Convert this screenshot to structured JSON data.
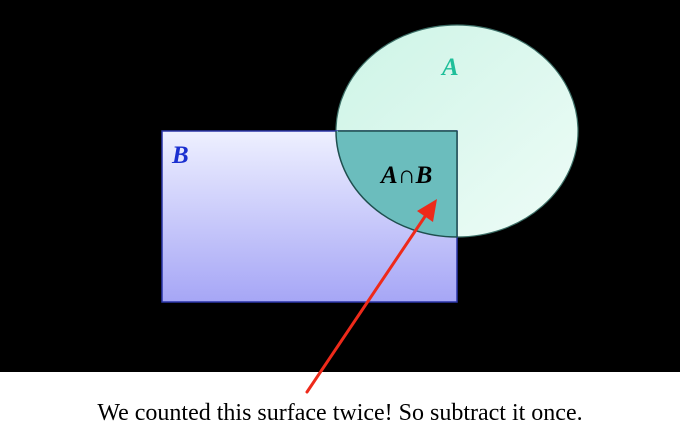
{
  "labels": {
    "set_a": "A",
    "set_b": "B",
    "intersection": "A∩B"
  },
  "caption": "We counted this surface twice! So subtract it once.",
  "colors": {
    "background": "#000000",
    "set_a_fill": "#d6f7ee",
    "set_a_label": "#1fbf9a",
    "set_b_fill_top": "#eef0ff",
    "set_b_fill_bottom": "#a6a6f6",
    "set_b_label": "#1a2fd0",
    "intersection_fill": "#6bbdbd",
    "arrow": "#ee2a1a"
  },
  "icons": {
    "pointer": "red-arrow-icon"
  }
}
